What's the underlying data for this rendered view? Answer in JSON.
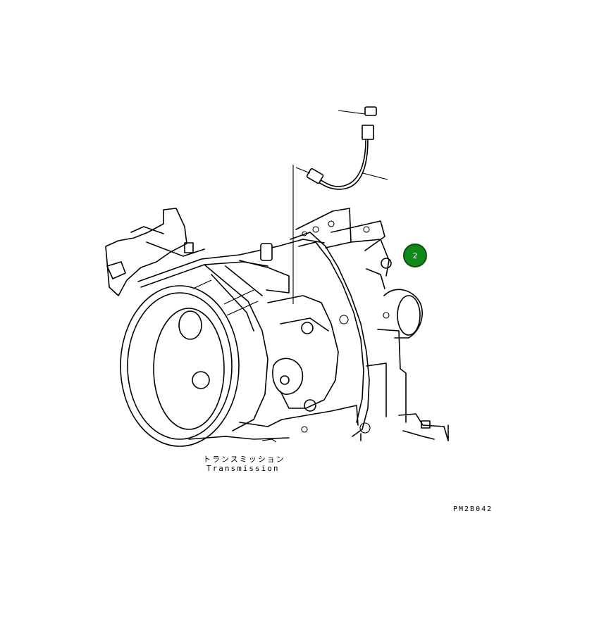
{
  "labels": {
    "caption_ja": "トランスミッション",
    "caption_en": "Transmission",
    "reference_code": "PM2B042"
  },
  "callout": {
    "number": "2",
    "fill_color": "#0f8a17",
    "text_color": "#ffffff"
  }
}
